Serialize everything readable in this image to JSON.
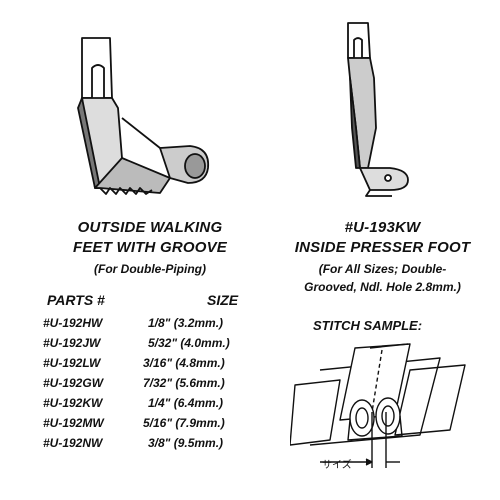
{
  "left": {
    "title_line1": "OUTSIDE WALKING",
    "title_line2": "FEET WITH GROOVE",
    "subtitle": "(For Double-Piping)",
    "table": {
      "header_part": "PARTS #",
      "header_size": "SIZE",
      "rows": [
        {
          "part": "#U-192HW",
          "size": "1/8\" (3.2mm.)"
        },
        {
          "part": "#U-192JW",
          "size": "5/32\" (4.0mm.)"
        },
        {
          "part": "#U-192LW",
          "size": "3/16\" (4.8mm.)"
        },
        {
          "part": "#U-192GW",
          "size": "7/32\" (5.6mm.)"
        },
        {
          "part": "#U-192KW",
          "size": "1/4\" (6.4mm.)"
        },
        {
          "part": "#U-192MW",
          "size": "5/16\" (7.9mm.)"
        },
        {
          "part": "#U-192NW",
          "size": "3/8\" (9.5mm.)"
        }
      ]
    }
  },
  "right": {
    "title_line1": "#U-193KW",
    "title_line2": "INSIDE PRESSER FOOT",
    "sub_line1": "(For All Sizes; Double-",
    "sub_line2": "Grooved, Ndl. Hole 2.8mm.)",
    "stitch_label": "STITCH SAMPLE:",
    "stitch_size_label": "サイズ"
  },
  "icons": {
    "left_foot": "outside-walking-foot-illustration",
    "right_foot": "inside-presser-foot-illustration",
    "stitch": "stitch-sample-illustration"
  }
}
